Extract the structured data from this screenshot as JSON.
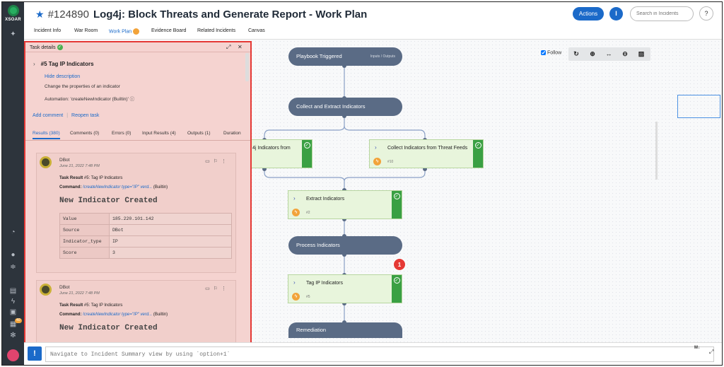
{
  "brand": "XSOAR",
  "header": {
    "incident_number": "#124890",
    "title": "Log4j: Block Threats and Generate Report - Work Plan",
    "actions_label": "Actions",
    "info_label": "I",
    "search_placeholder": "Search in Incidents",
    "help_label": "?"
  },
  "tabs": [
    "Incident Info",
    "War Room",
    "Work Plan",
    "Evidence Board",
    "Related Incidents",
    "Canvas"
  ],
  "active_tab": "Work Plan",
  "panel": {
    "title": "Task details",
    "task_title": "#5 Tag IP Indicators",
    "hide_description": "Hide description",
    "description": "Change the properties of an indicator",
    "automation": "Automation: 'createNewIndicator (Builtin)'",
    "add_comment": "Add comment",
    "reopen_task": "Reopen task",
    "subtabs": [
      "Results (380)",
      "Comments (0)",
      "Errors (0)",
      "Input Results (4)",
      "Outputs (1)",
      "Duration"
    ],
    "entries": [
      {
        "author": "DBot",
        "date": "June 21, 2022 7:48 PM",
        "task_result_label": "Task Result",
        "task_result": "#5: Tag IP Indicators",
        "command_label": "Command:",
        "command": "!createNewIndicator type=\"IP\" verd...",
        "command_suffix": "(Builtin)",
        "heading": "New Indicator Created",
        "rows": [
          {
            "key": "Value",
            "value": "185.220.101.142"
          },
          {
            "key": "Source",
            "value": "DBot"
          },
          {
            "key": "Indicator_type",
            "value": "IP"
          },
          {
            "key": "Score",
            "value": "3"
          }
        ]
      },
      {
        "author": "DBot",
        "date": "June 21, 2022 7:48 PM",
        "task_result_label": "Task Result",
        "task_result": "#5: Tag IP Indicators",
        "command_label": "Command:",
        "command": "!createNewIndicator type=\"IP\" verd...",
        "command_suffix": "(Builtin)",
        "heading": "New Indicator Created"
      }
    ]
  },
  "graph": {
    "follow_label": "Follow",
    "nodes": {
      "triggered": "Playbook Triggered",
      "inputs_outputs": "Inputs / Outputs",
      "collect_extract": "Collect and Extract Indicators",
      "process": "Process Indicators",
      "remediation": "Remediation"
    },
    "tasks": {
      "left_partial": "4j Indicators from",
      "collect_threat": "Collect Indicators from Threat Feeds",
      "collect_threat_num": "#10",
      "extract": "Extract Indicators",
      "extract_num": "#2",
      "tag_ip": "Tag IP Indicators",
      "tag_ip_num": "#5"
    },
    "marker": "1"
  },
  "footer": {
    "bang": "!",
    "placeholder": "Navigate to Incident Summary view by using `option+1`",
    "md": "M↓"
  },
  "colors": {
    "sidebar": "#2d343c",
    "primary": "#1b6ac9",
    "node": "#5a6b85",
    "task_bg": "#e8f5dc",
    "task_done": "#3aa043",
    "highlight_border": "#e53935",
    "highlight_fill": "#f5d3d0"
  }
}
